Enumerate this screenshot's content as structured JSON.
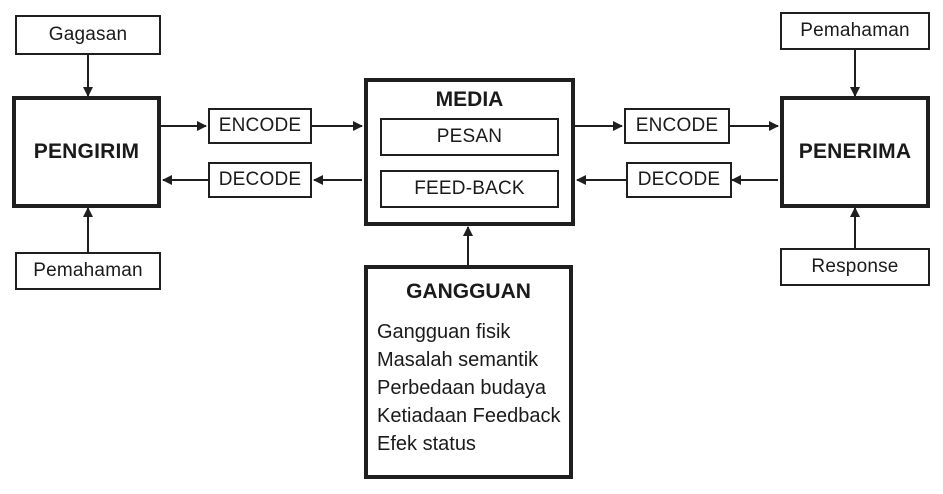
{
  "diagram": {
    "sender": {
      "label": "PENGIRIM",
      "input_top": "Gagasan",
      "input_bottom": "Pemahaman"
    },
    "left_channel": {
      "encode": "ENCODE",
      "decode": "DECODE"
    },
    "media": {
      "title": "MEDIA",
      "message": "PESAN",
      "feedback": "FEED-BACK"
    },
    "right_channel": {
      "encode": "ENCODE",
      "decode": "DECODE"
    },
    "receiver": {
      "label": "PENERIMA",
      "input_top": "Pemahaman",
      "input_bottom": "Response"
    },
    "noise": {
      "title": "GANGGUAN",
      "items": [
        "Gangguan fisik",
        "Masalah semantik",
        "Perbedaan budaya",
        "Ketiadaan Feedback",
        "Efek status"
      ]
    }
  }
}
